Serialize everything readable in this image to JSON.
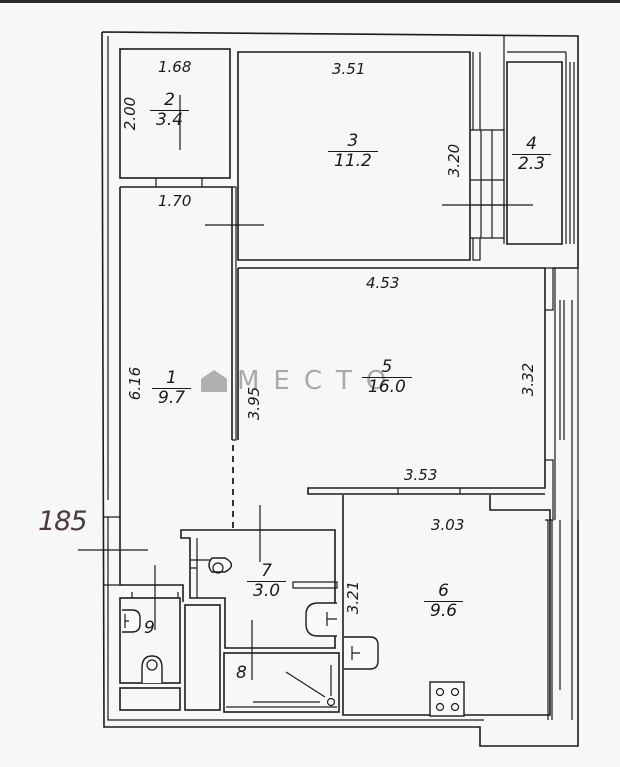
{
  "plan": {
    "outer_label": "185",
    "watermark": "МЕСТО",
    "rooms": [
      {
        "id": "1",
        "number": "1",
        "area": "9.7",
        "dims": [
          "1.70",
          "6.16"
        ]
      },
      {
        "id": "2",
        "number": "2",
        "area": "3.4",
        "dims": [
          "1.68",
          "2.00"
        ]
      },
      {
        "id": "3",
        "number": "3",
        "area": "11.2",
        "dims": [
          "3.51",
          "3.20"
        ]
      },
      {
        "id": "4",
        "number": "4",
        "area": "2.3",
        "dims": []
      },
      {
        "id": "5",
        "number": "5",
        "area": "16.0",
        "dims": [
          "4.53",
          "3.32",
          "3.95",
          "3.53"
        ]
      },
      {
        "id": "6",
        "number": "6",
        "area": "9.6",
        "dims": [
          "3.03",
          "3.21"
        ]
      },
      {
        "id": "7",
        "number": "7",
        "area": "3.0",
        "dims": []
      },
      {
        "id": "8",
        "number": "8",
        "area": "",
        "dims": []
      },
      {
        "id": "9",
        "number": "9",
        "area": "",
        "dims": []
      }
    ],
    "dimensions": {
      "r2_width": "1.68",
      "r2_height": "2.00",
      "r3_width": "3.51",
      "r3_height": "3.20",
      "r1_width": "1.70",
      "r1_height": "6.16",
      "r5_width_top": "4.53",
      "r5_height_right": "3.32",
      "r5_height_left": "3.95",
      "r5_width_bottom": "3.53",
      "r6_width": "3.03",
      "r6_height": "3.21"
    }
  }
}
